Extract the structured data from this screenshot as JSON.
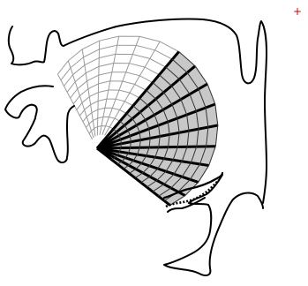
{
  "figure": {
    "background": "#ffffff",
    "outline_color": "#000000",
    "grid_color": "#9a9a9a",
    "highlight_fill": "#c8c8c8",
    "highlight_stroke": "#000000",
    "marker_color": "#cc0000",
    "marker_glyph": "+",
    "grid": {
      "rays_total": 17,
      "rings": 11,
      "highlighted_rays_from_index": 7
    }
  }
}
